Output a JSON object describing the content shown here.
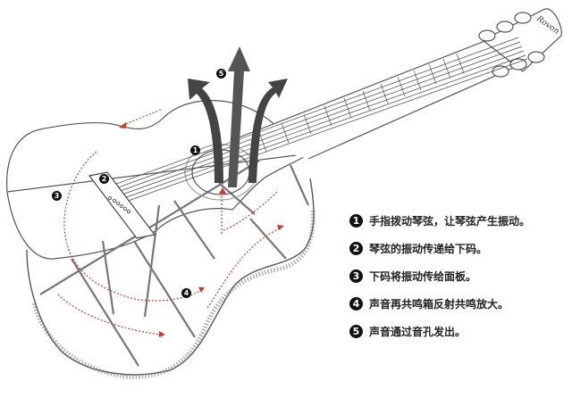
{
  "diagram": {
    "logo": "Rovon",
    "markers": [
      "1",
      "2",
      "3",
      "4",
      "5"
    ],
    "accent_color": "#d0392b",
    "arrow_color": "#444444"
  },
  "legend": {
    "steps": [
      {
        "num": "1",
        "text": "手指拨动琴弦，让琴弦产生振动。"
      },
      {
        "num": "2",
        "text": "琴弦的振动传递给下码。"
      },
      {
        "num": "3",
        "text": "下码将振动传给面板。"
      },
      {
        "num": "4",
        "text": "声音再共鸣箱反射共鸣放大。"
      },
      {
        "num": "5",
        "text": "声音通过音孔发出。"
      }
    ]
  }
}
